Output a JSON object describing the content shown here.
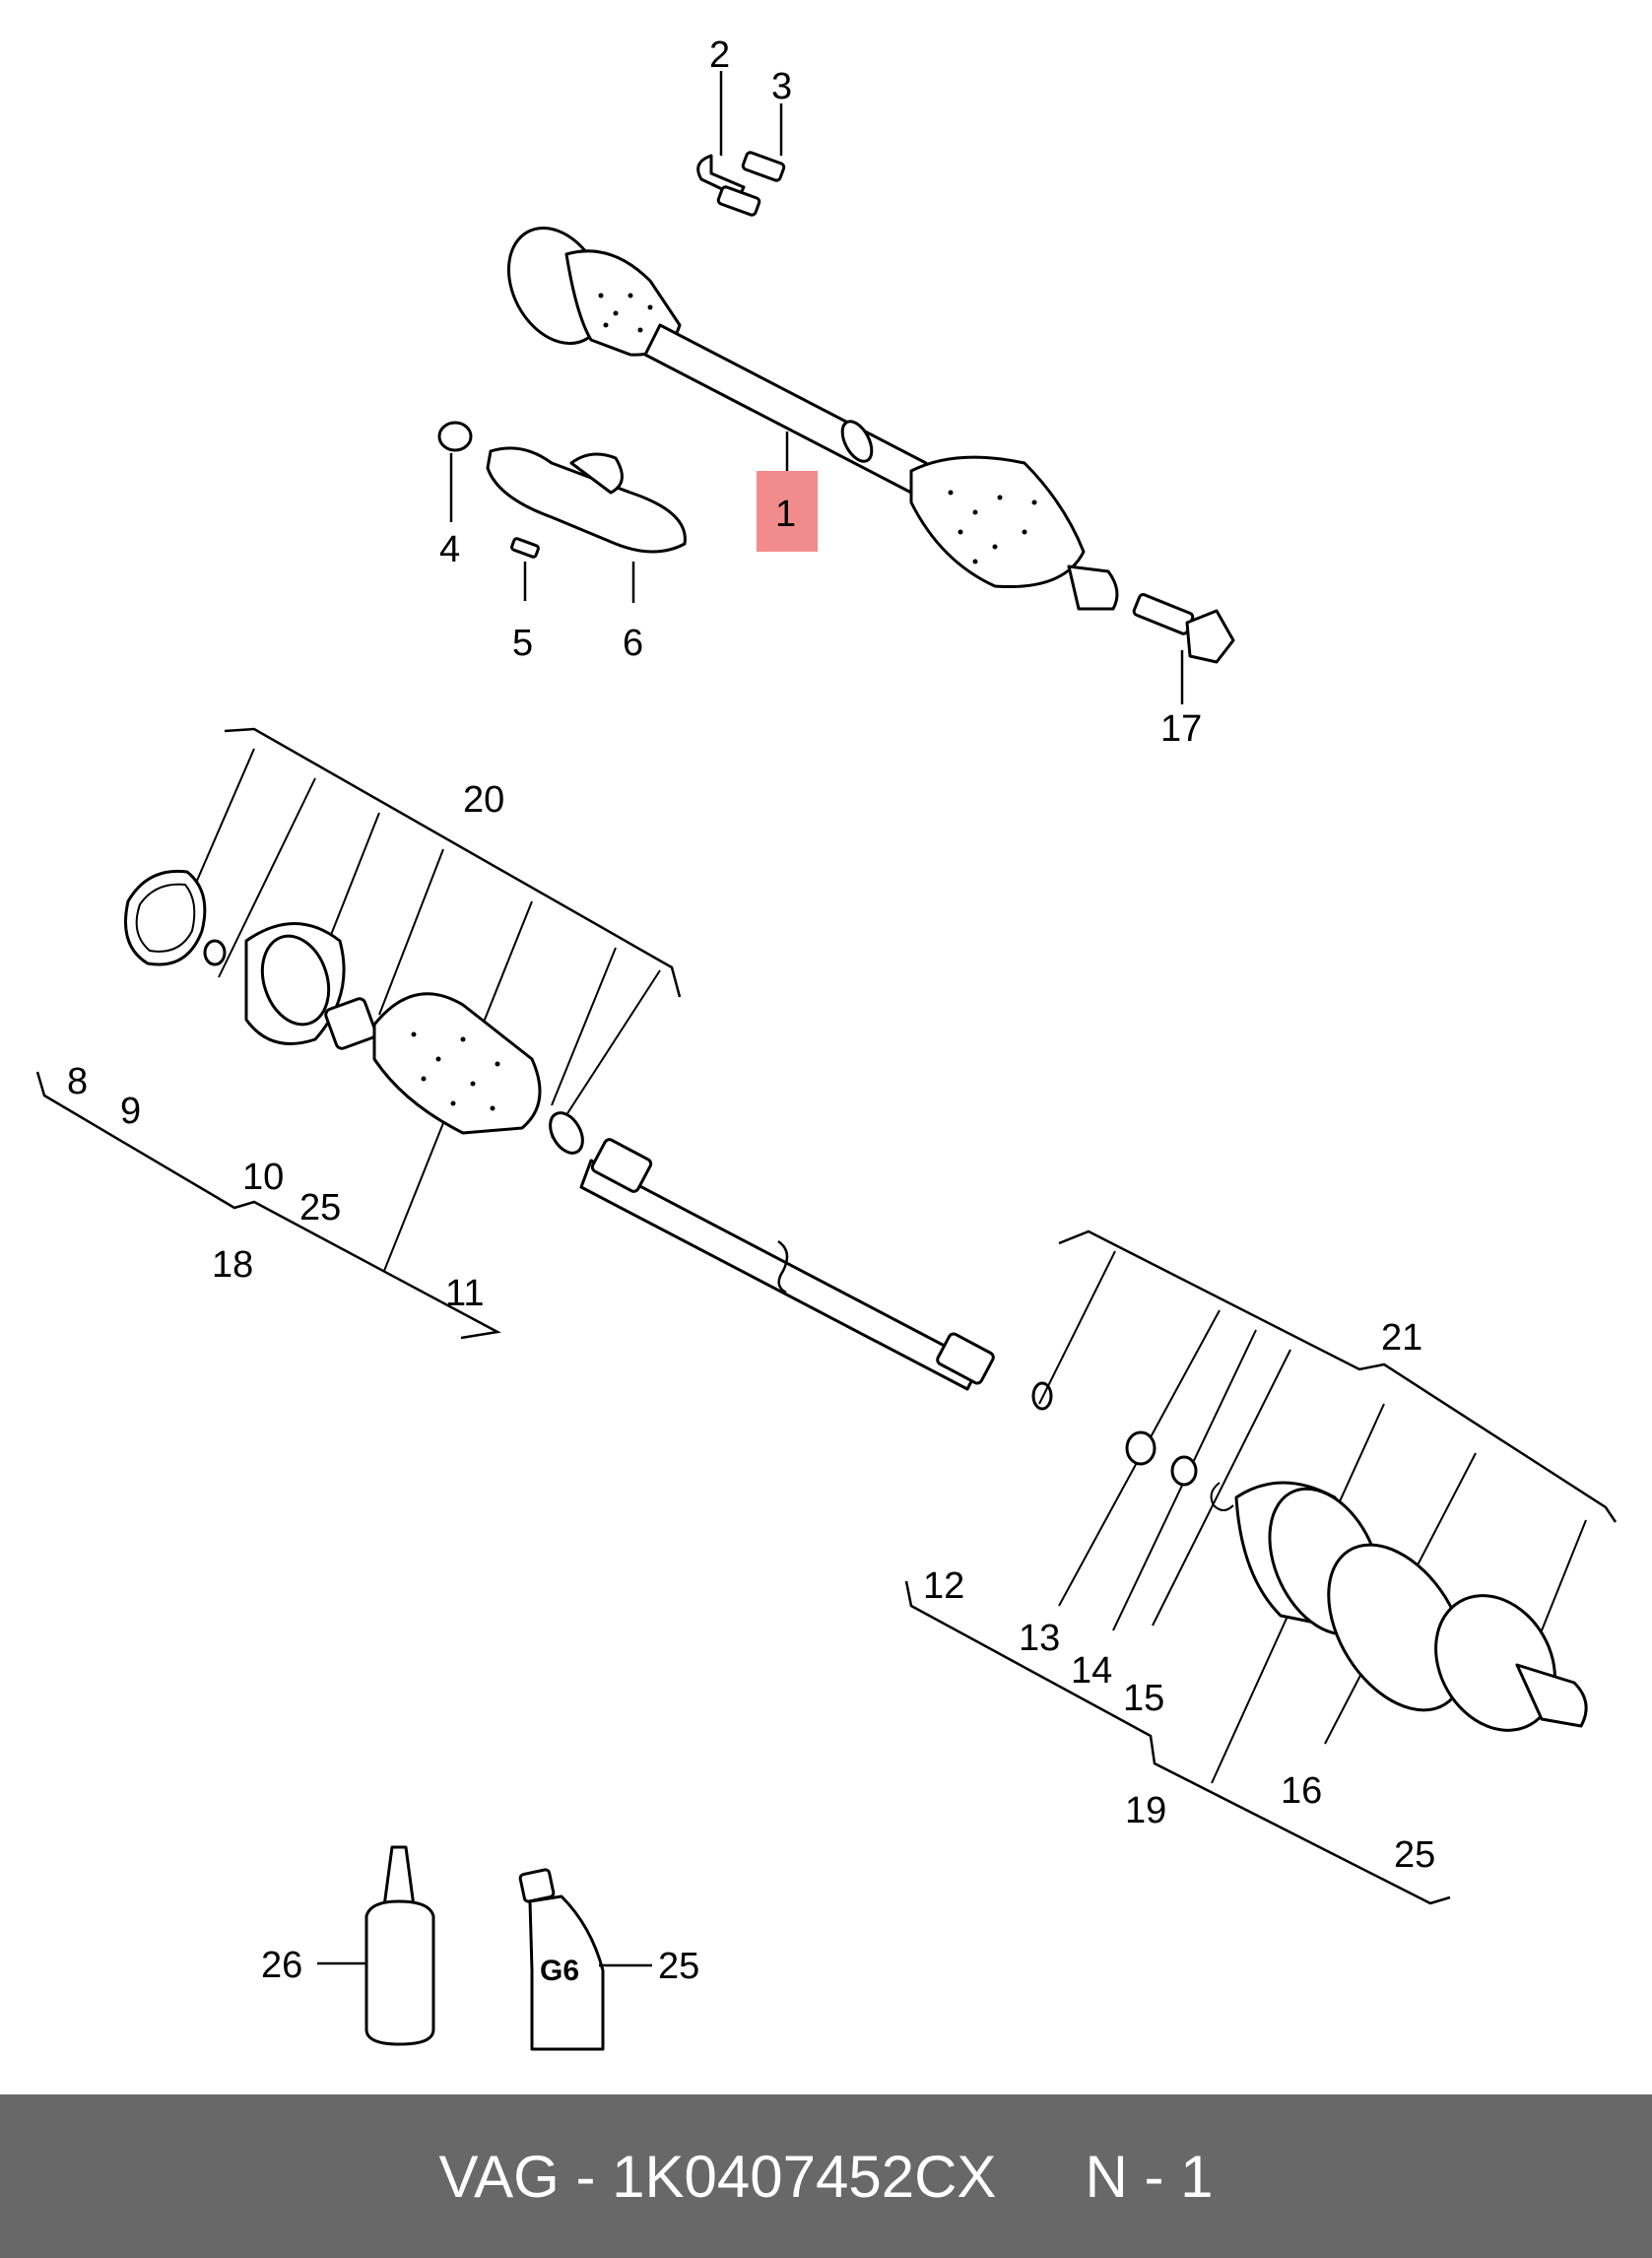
{
  "diagram": {
    "highlight_color": "#f28b8b",
    "labels": {
      "c1": "1",
      "c2": "2",
      "c3": "3",
      "c4": "4",
      "c5": "5",
      "c6": "6",
      "c8": "8",
      "c9": "9",
      "c10": "10",
      "c11": "11",
      "c12": "12",
      "c13": "13",
      "c14": "14",
      "c15": "15",
      "c16": "16",
      "c17": "17",
      "c18": "18",
      "c19": "19",
      "c20": "20",
      "c21": "21",
      "c25a": "25",
      "c25b": "25",
      "c25c": "25",
      "c26": "26"
    },
    "tube_marking": "G6"
  },
  "footer": {
    "part_ref": "VAG - 1K0407452CX",
    "position_ref": "N - 1"
  }
}
